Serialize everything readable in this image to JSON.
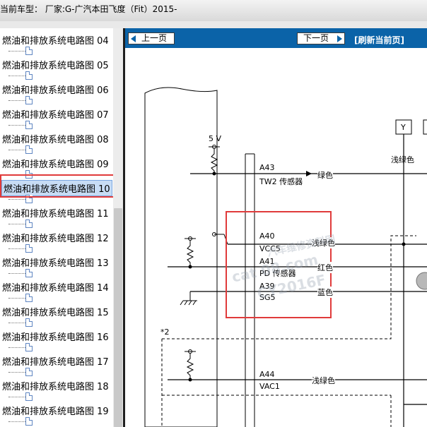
{
  "header": {
    "vehicle_label": "当前车型：",
    "manufacturer_text": "厂家:G-广汽本田飞度（Fit）2015-"
  },
  "tree": {
    "items": [
      {
        "label": "燃油和排放系统电路图 04"
      },
      {
        "label": "燃油和排放系统电路图 05"
      },
      {
        "label": "燃油和排放系统电路图 06"
      },
      {
        "label": "燃油和排放系统电路图 07"
      },
      {
        "label": "燃油和排放系统电路图 08"
      },
      {
        "label": "燃油和排放系统电路图 09"
      },
      {
        "label": "燃油和排放系统电路图 10",
        "selected": true
      },
      {
        "label": "燃油和排放系统电路图 11"
      },
      {
        "label": "燃油和排放系统电路图 12"
      },
      {
        "label": "燃油和排放系统电路图 13"
      },
      {
        "label": "燃油和排放系统电路图 14"
      },
      {
        "label": "燃油和排放系统电路图 15"
      },
      {
        "label": "燃油和排放系统电路图 16"
      },
      {
        "label": "燃油和排放系统电路图 17"
      },
      {
        "label": "燃油和排放系统电路图 18"
      },
      {
        "label": "燃油和排放系统电路图 19"
      }
    ]
  },
  "nav": {
    "prev_label": "上一页",
    "next_label": "下一页",
    "refresh_label": "[刷新当前页]"
  },
  "schematic": {
    "voltage": "5 V",
    "connector_y": "Y",
    "note_2": "*2",
    "pins": [
      {
        "pin": "A43",
        "name": "TW2 传感器",
        "wire": "绿色"
      },
      {
        "pin": "A40",
        "name": "VCC5",
        "wire": "浅绿色"
      },
      {
        "pin": "A41",
        "name": "PD 传感器",
        "wire": "红色"
      },
      {
        "pin": "A39",
        "name": "SG5",
        "wire": "蓝色"
      },
      {
        "pin": "A44",
        "name": "VAC1",
        "wire": "浅绿色"
      }
    ],
    "right_wire_label": "浅绿色",
    "watermark_1": "汽车维修资料网",
    "watermark_2": "cat 08.com",
    "watermark_3": "CY2016F"
  },
  "colors": {
    "nav_bg": "#0b63a8",
    "highlight": "#e03b3b",
    "selected_bg": "#c7dcf5"
  }
}
